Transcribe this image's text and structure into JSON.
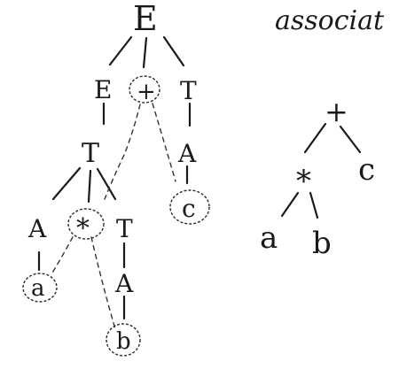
{
  "header": {
    "title": "associat"
  },
  "parse_tree": {
    "root": "E",
    "level1": {
      "left": "E",
      "op": "+",
      "right": "T"
    },
    "level2": {
      "left_t": "T",
      "right_a": "A"
    },
    "level3": {
      "left_a": "A",
      "op": "*",
      "right_t": "T",
      "c_leaf": "c"
    },
    "level4": {
      "a_leaf": "a",
      "right_a2": "A"
    },
    "level5": {
      "b_leaf": "b"
    }
  },
  "ast": {
    "root": "+",
    "mul": "*",
    "c": "c",
    "a": "a",
    "b": "b"
  }
}
